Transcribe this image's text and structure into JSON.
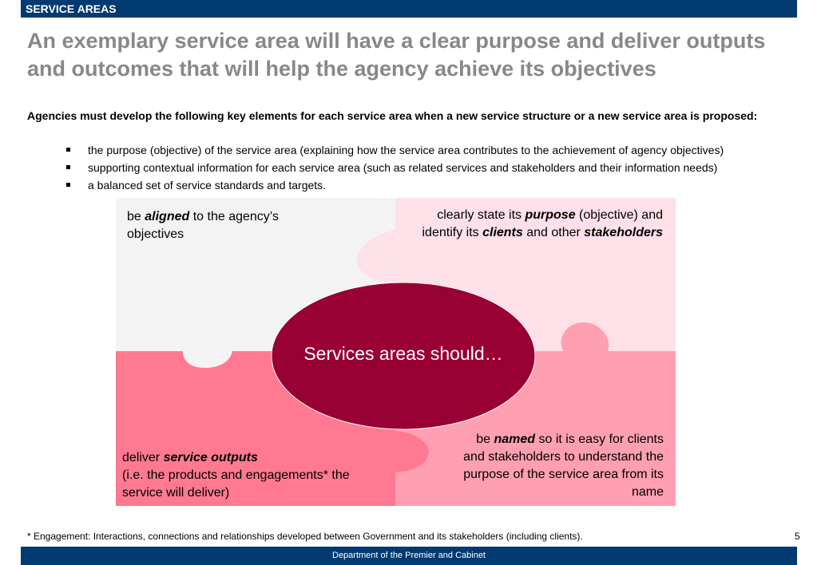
{
  "header": {
    "section": "SERVICE AREAS"
  },
  "title": "An exemplary service area will have a clear purpose and deliver outputs and outcomes that will help the agency achieve its objectives",
  "intro": "Agencies must develop the following key elements for each service area when a new service structure or a new service area is proposed:",
  "bullets": [
    "the purpose (objective) of the service area (explaining how the service area contributes to the achievement of agency objectives)",
    "supporting contextual information for each service area (such as related services and stakeholders and their information needs)",
    "a balanced set of service standards and targets."
  ],
  "puzzle": {
    "center": "Services areas should…",
    "top_left": {
      "pre": "be ",
      "em": "aligned",
      "post": " to the agency’s objectives"
    },
    "top_right": {
      "pre": "clearly state its ",
      "em1": "purpose",
      "mid": " (objective) and identify its ",
      "em2": "clients",
      "mid2": " and other ",
      "em3": "stakeholders"
    },
    "bottom_left": {
      "pre": "deliver ",
      "em": "service outputs",
      "post": "(i.e. the products and engagements* the service will deliver)"
    },
    "bottom_right": {
      "pre": "be ",
      "em": "named",
      "post": " so it is easy for clients and stakeholders to understand the purpose of the service area from its name"
    }
  },
  "colors": {
    "header_bg": "#003a70",
    "title_gray": "#888888",
    "piece_top_left": "#f3f3f3",
    "piece_top_right": "#fde0e8",
    "piece_bottom_left": "#ff7a90",
    "piece_bottom_right": "#ff9fb2",
    "center_ellipse": "#990033"
  },
  "footnote": "* Engagement: Interactions, connections and relationships developed between Government and its stakeholders (including clients).",
  "page_number": "5",
  "footer": "Department of the Premier and Cabinet"
}
